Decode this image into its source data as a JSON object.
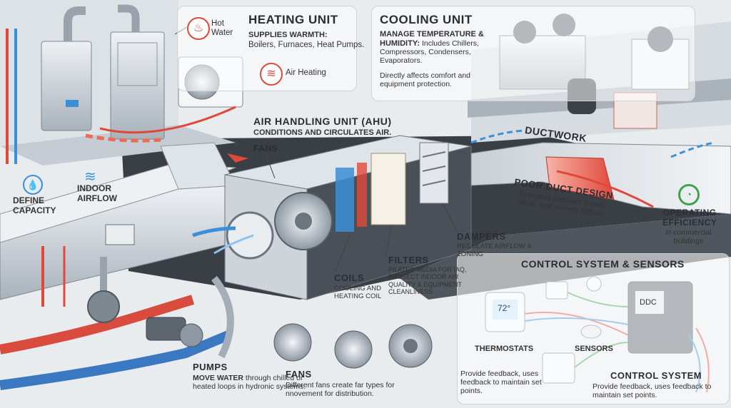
{
  "heating": {
    "title": "HEATING UNIT",
    "subtitle": "SUPPLIES WARMTH:",
    "description": "Boilers, Furnaces, Heat Pumps.",
    "hot_water": "Hot\nWater",
    "air_heating": "Air Heating"
  },
  "cooling": {
    "title": "COOLING UNIT",
    "subtitle": "MANAGE TEMPERATURE & HUMIDITY:",
    "description": "Includes Chillers, Compressors, Condensers, Evaporators.",
    "note": "Directly affects comfort and equipment protection."
  },
  "ahu": {
    "title": "AIR HANDLING UNIT (AHU)",
    "subtitle": "CONDITIONS AND CIRCULATES AIR.",
    "fans_label": "FANS"
  },
  "left": {
    "define": "DEFINE\nCAPACITY",
    "indoor": "INDOOR\nAIRFLOW"
  },
  "ductwork": {
    "title": "DUCTWORK",
    "poor_title": "POOR DUCT DESIGN",
    "poor_desc": "Increases pressure losses, noise, and uneven airflow."
  },
  "efficiency": {
    "title": "OPERATING\nEFFICIENCY",
    "desc": "in commercial\nbuildings"
  },
  "components": {
    "dampers_title": "DAMPERS",
    "dampers_desc": "REGULATE AIRFLOW & ZONING",
    "filters_title": "FILTERS",
    "filters_desc": "PILATED MEDIA FOR IAQ, PROTECT INDOOR AIR QUALITY & EQUIPMENT CLEANLINESS",
    "coils_title": "COILS",
    "coils_desc": "COOLING AND HEATING COIL"
  },
  "pumps": {
    "title": "PUMPS",
    "lead": "MOVE WATER",
    "desc": "through chilled or heated loops in hydronic systems."
  },
  "fans": {
    "title": "FANS",
    "desc": "Different fans create far types for nnovement for distribution."
  },
  "control": {
    "title": "CONTROL SYSTEM & SENSORS",
    "thermostats": "THERMOSTATS",
    "thermo_reading": "72°",
    "sensors": "SENSORS",
    "ddc": "DDC",
    "feedback_left": "Provide feedback, uses feedback to maintain set points.",
    "cs_title": "CONTROL SYSTEM",
    "cs_desc": "Provide feedback, uses feedback to maintain set points."
  },
  "colors": {
    "hot": "#e0483a",
    "cold": "#3b8fd9",
    "accent": "#3fa34d",
    "metal": "#b9c0c8"
  },
  "icons": [
    "hot-water-icon",
    "air-heating-icon",
    "water-drop-icon",
    "wind-icon",
    "gauge-icon"
  ]
}
